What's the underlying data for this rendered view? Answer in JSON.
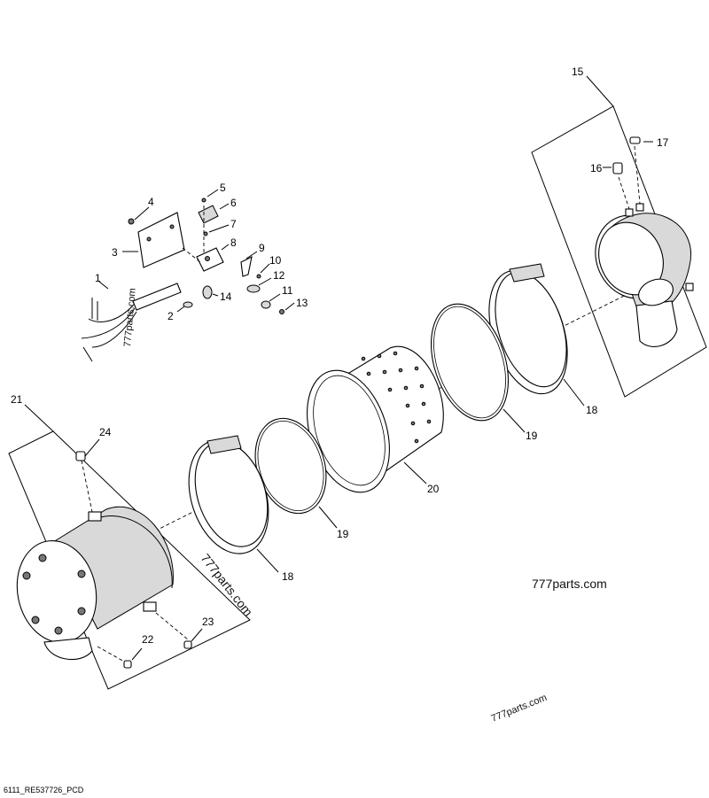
{
  "diagram": {
    "callouts": [
      "1",
      "2",
      "3",
      "4",
      "5",
      "6",
      "7",
      "8",
      "9",
      "10",
      "11",
      "12",
      "13",
      "14",
      "15",
      "16",
      "17",
      "18",
      "18",
      "19",
      "19",
      "20",
      "21",
      "22",
      "23",
      "24"
    ],
    "watermarks": [
      "777parts.com",
      "777parts.com",
      "777parts.com",
      "777parts.com"
    ],
    "footer_code": "6111_RE537726_PCD"
  }
}
